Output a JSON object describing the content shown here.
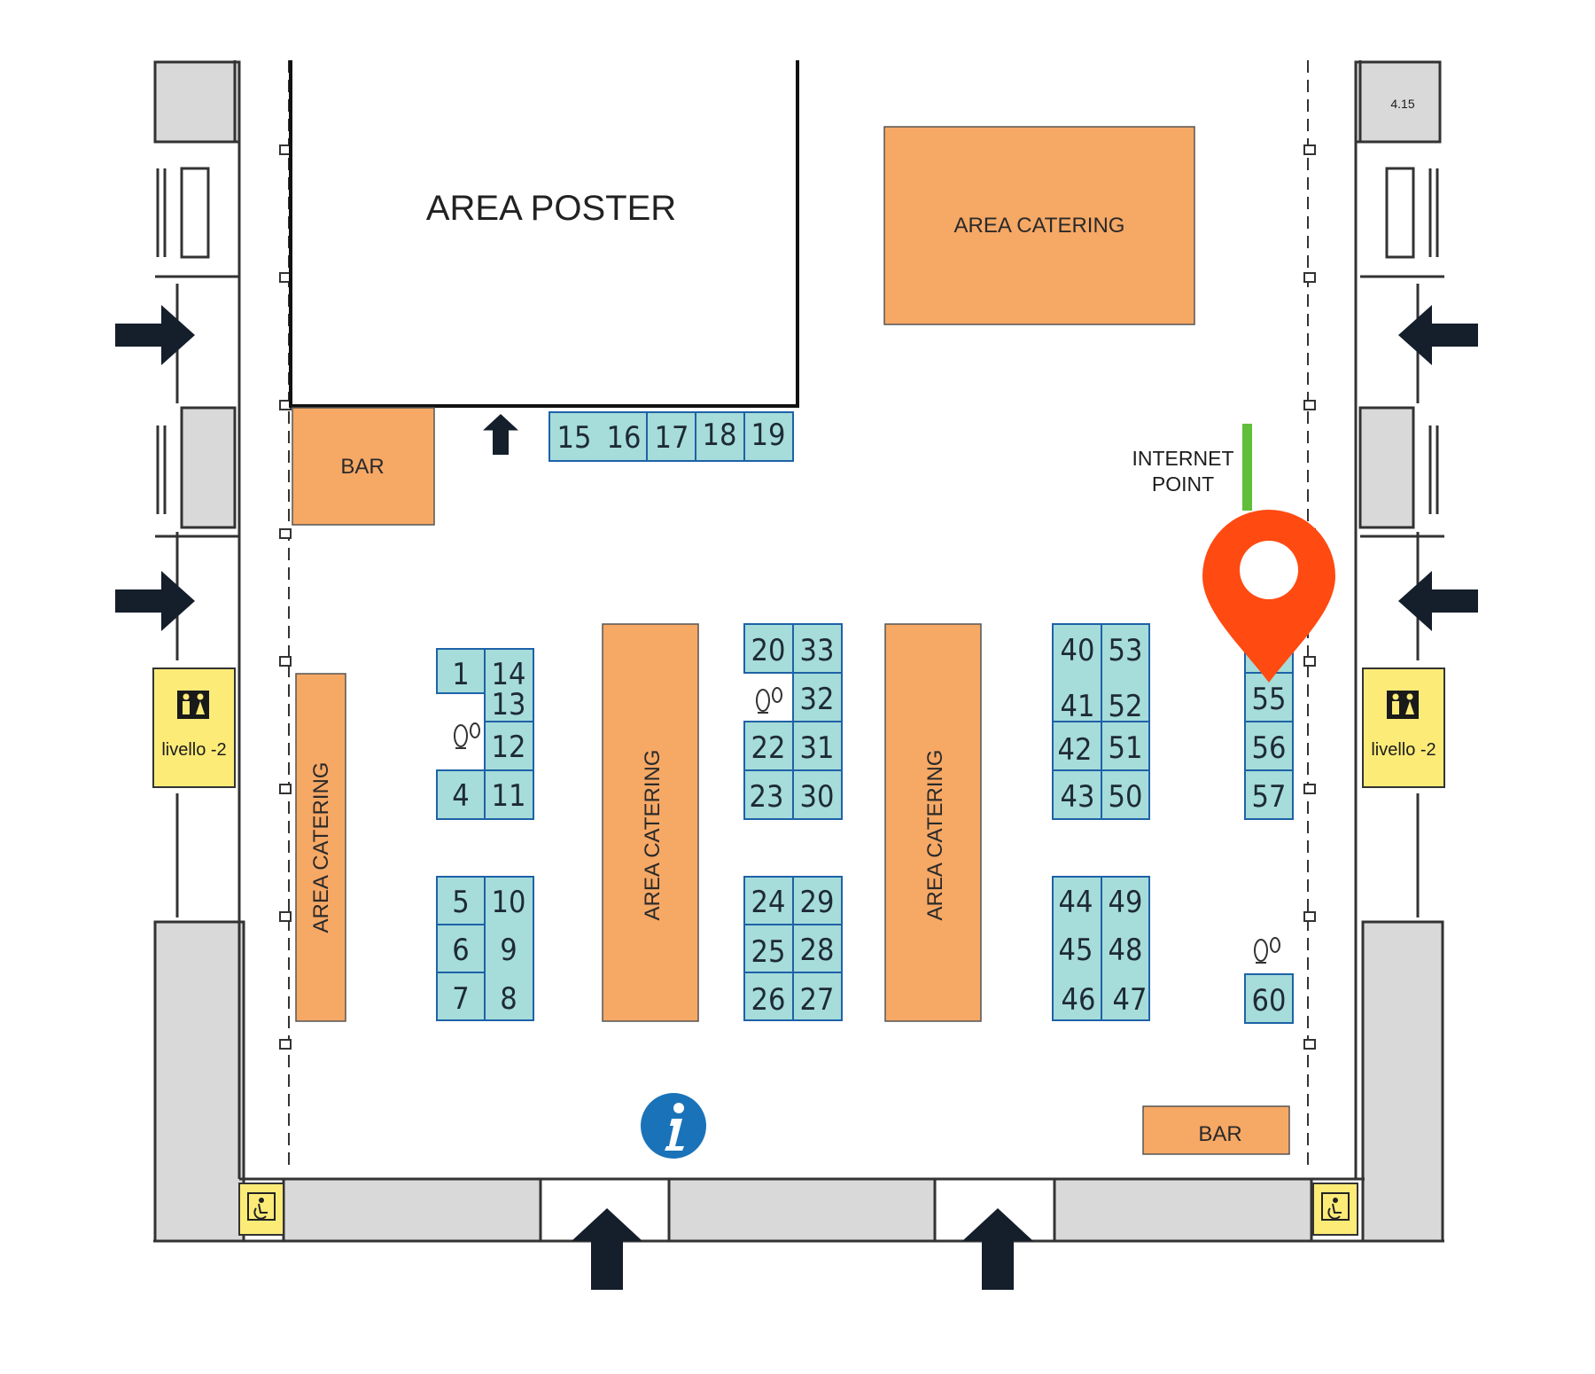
{
  "map": {
    "area_poster_label": "AREA POSTER",
    "area_catering_label": "AREA CATERING",
    "bar_label": "BAR",
    "internet_point_line1": "INTERNET",
    "internet_point_line2": "POINT",
    "restroom_level_label": "livello -2",
    "dimension_label": "4.15",
    "colors": {
      "booth_fill": "#a6dcd9",
      "booth_stroke": "#1e62a8",
      "catering_fill": "#f6a865",
      "restroom_fill": "#fdeb78",
      "wall_fill": "#d9d9d9",
      "pin": "#ff4a12",
      "info": "#1a73b9",
      "internet_bar": "#5fbf3a",
      "arrow": "#151e2b"
    },
    "booths": [
      {
        "id": "1",
        "label": "1"
      },
      {
        "id": "14",
        "label": "14"
      },
      {
        "id": "13",
        "label": "13"
      },
      {
        "id": "12",
        "label": "12"
      },
      {
        "id": "4",
        "label": "4"
      },
      {
        "id": "11",
        "label": "11"
      },
      {
        "id": "5",
        "label": "5"
      },
      {
        "id": "10",
        "label": "10"
      },
      {
        "id": "6",
        "label": "6"
      },
      {
        "id": "9",
        "label": "9"
      },
      {
        "id": "7",
        "label": "7"
      },
      {
        "id": "8",
        "label": "8"
      },
      {
        "id": "15",
        "label": "15"
      },
      {
        "id": "16",
        "label": "16"
      },
      {
        "id": "17",
        "label": "17"
      },
      {
        "id": "18",
        "label": "18"
      },
      {
        "id": "19",
        "label": "19"
      },
      {
        "id": "20",
        "label": "20"
      },
      {
        "id": "33",
        "label": "33"
      },
      {
        "id": "32",
        "label": "32"
      },
      {
        "id": "22",
        "label": "22"
      },
      {
        "id": "31",
        "label": "31"
      },
      {
        "id": "23",
        "label": "23"
      },
      {
        "id": "30",
        "label": "30"
      },
      {
        "id": "24",
        "label": "24"
      },
      {
        "id": "29",
        "label": "29"
      },
      {
        "id": "25",
        "label": "25"
      },
      {
        "id": "28",
        "label": "28"
      },
      {
        "id": "26",
        "label": "26"
      },
      {
        "id": "27",
        "label": "27"
      },
      {
        "id": "40",
        "label": "40"
      },
      {
        "id": "53",
        "label": "53"
      },
      {
        "id": "41",
        "label": "41"
      },
      {
        "id": "52",
        "label": "52"
      },
      {
        "id": "42",
        "label": "42"
      },
      {
        "id": "51",
        "label": "51"
      },
      {
        "id": "43",
        "label": "43"
      },
      {
        "id": "50",
        "label": "50"
      },
      {
        "id": "44",
        "label": "44"
      },
      {
        "id": "49",
        "label": "49"
      },
      {
        "id": "45",
        "label": "45"
      },
      {
        "id": "48",
        "label": "48"
      },
      {
        "id": "46",
        "label": "46"
      },
      {
        "id": "47",
        "label": "47"
      },
      {
        "id": "55",
        "label": "55"
      },
      {
        "id": "56",
        "label": "56"
      },
      {
        "id": "57",
        "label": "57"
      },
      {
        "id": "60",
        "label": "60"
      }
    ]
  }
}
